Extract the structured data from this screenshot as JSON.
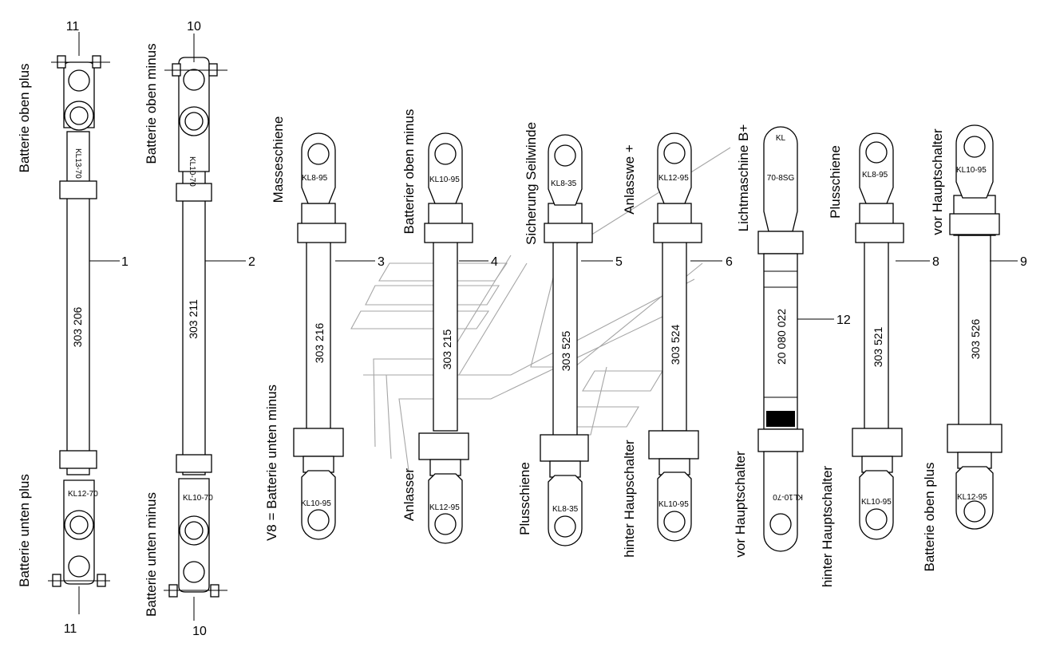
{
  "cables": [
    {
      "num": "1",
      "code": "303 206",
      "top_label": "Batterie oben plus",
      "bottom_label": "Batterie unten plus",
      "term_top": "KL13-70",
      "term_bottom": "KL12-70",
      "clamp_num": "11"
    },
    {
      "num": "2",
      "code": "303 211",
      "top_label": "Batterie oben minus",
      "bottom_label": "Batterie unten minus",
      "term_top": "KL10-70",
      "term_bottom": "KL10-70",
      "clamp_num": "10"
    },
    {
      "num": "3",
      "code": "303 216",
      "top_label": "Masseschiene",
      "bottom_label": "V8  = Batterie unten minus",
      "term_top": "KL8-95",
      "term_bottom": "KL10-95"
    },
    {
      "num": "4",
      "code": "303 215",
      "top_label": "Batterier oben minus",
      "bottom_label": "Anlasser",
      "term_top": "KL10-95",
      "term_bottom": "KL12-95"
    },
    {
      "num": "5",
      "code": "303 525",
      "top_label": "Sicherung Seilwinde",
      "bottom_label": "Plusschiene",
      "term_top": "KL8-35",
      "term_bottom": "KL8-35"
    },
    {
      "num": "6",
      "code": "303 524",
      "top_label": "Anlasswe +",
      "bottom_label": "hinter Haupschalter",
      "term_top": "KL12-95",
      "term_bottom": "KL10-95"
    },
    {
      "num": "12",
      "code": "20 080 022",
      "top_label": "Lichtmaschine B+",
      "bottom_label": "vor Hauptschalter",
      "term_top": "KL",
      "term_top2": "70-8SG",
      "term_bottom": "KL10-70"
    },
    {
      "num": "8",
      "code": "303 521",
      "top_label": "Plusschiene",
      "bottom_label": "hinter Hauptschalter",
      "term_top": "KL8-95",
      "term_bottom": "KL10-95"
    },
    {
      "num": "9",
      "code": "303 526",
      "top_label": "vor Hauptschalter",
      "bottom_label": "Batterie oben plus",
      "term_top": "KL10-95",
      "term_bottom": "KL12-95"
    }
  ]
}
